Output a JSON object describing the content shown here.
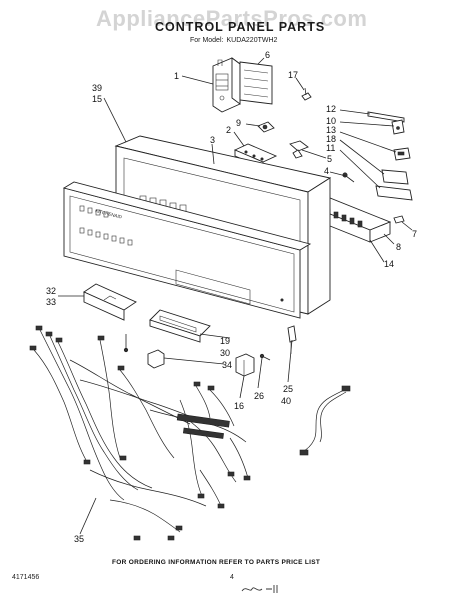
{
  "watermark": "AppliancePartsPros.com",
  "title": "CONTROL PANEL PARTS",
  "model_label": "For Model:",
  "model_number": "KUDA220TWH2",
  "footer_note": "FOR ORDERING INFORMATION REFER TO PARTS PRICE LIST",
  "document_number": "4171456",
  "page_number": "4",
  "panel_brand": "KITCHENAID",
  "callouts": [
    {
      "id": "c1",
      "text": "1"
    },
    {
      "id": "c6",
      "text": "6"
    },
    {
      "id": "c17",
      "text": "17"
    },
    {
      "id": "c39",
      "text": "39"
    },
    {
      "id": "c15",
      "text": "15"
    },
    {
      "id": "c3",
      "text": "3"
    },
    {
      "id": "c2",
      "text": "2"
    },
    {
      "id": "c9",
      "text": "9"
    },
    {
      "id": "c12",
      "text": "12"
    },
    {
      "id": "c10",
      "text": "10"
    },
    {
      "id": "c13",
      "text": "13"
    },
    {
      "id": "c18",
      "text": "18"
    },
    {
      "id": "c11",
      "text": "11"
    },
    {
      "id": "c5",
      "text": "5"
    },
    {
      "id": "c4",
      "text": "4"
    },
    {
      "id": "c7",
      "text": "7"
    },
    {
      "id": "c8",
      "text": "8"
    },
    {
      "id": "c14",
      "text": "14"
    },
    {
      "id": "c32",
      "text": "32"
    },
    {
      "id": "c33",
      "text": "33"
    },
    {
      "id": "c19",
      "text": "19"
    },
    {
      "id": "c30",
      "text": "30"
    },
    {
      "id": "c34",
      "text": "34"
    },
    {
      "id": "c16",
      "text": "16"
    },
    {
      "id": "c26",
      "text": "26"
    },
    {
      "id": "c25",
      "text": "25"
    },
    {
      "id": "c40",
      "text": "40"
    },
    {
      "id": "c35",
      "text": "35"
    }
  ]
}
